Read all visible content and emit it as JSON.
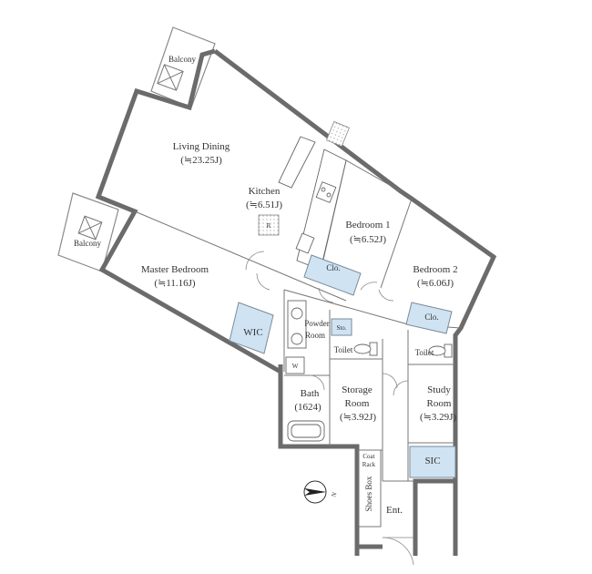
{
  "rooms": {
    "balcony_top": "Balcony",
    "balcony_left": "Balcony",
    "living_dining": "Living Dining",
    "living_dining_area": "(≒23.25J)",
    "kitchen": "Kitchen",
    "kitchen_area": "(≒6.51J)",
    "fridge": "R",
    "bedroom1": "Bedroom 1",
    "bedroom1_area": "(≒6.52J)",
    "bedroom2": "Bedroom 2",
    "bedroom2_area": "(≒6.06J)",
    "master_bedroom": "Master Bedroom",
    "master_bedroom_area": "(≒11.16J)",
    "wic": "WIC",
    "clo1": "Clo.",
    "clo2": "Clo.",
    "powder_room_1": "Powder",
    "powder_room_2": "Room",
    "sto": "Sto.",
    "toilet1": "Toilet",
    "toilet2": "Toilet",
    "washer": "W",
    "bath": "Bath",
    "bath_size": "(1624)",
    "storage_room": "Storage",
    "storage_room_2": "Room",
    "storage_room_area": "(≒3.92J)",
    "study_room": "Study",
    "study_room_2": "Room",
    "study_room_area": "(≒3.29J)",
    "sic": "SIC",
    "coat_rack_1": "Coat",
    "coat_rack_2": "Rack",
    "shoes_box": "Shoes Box",
    "entrance": "Ent."
  },
  "compass": {
    "label": "N"
  },
  "colors": {
    "wall": "#6b6b6b",
    "storage": "#cfe3f3",
    "text": "#333333"
  }
}
